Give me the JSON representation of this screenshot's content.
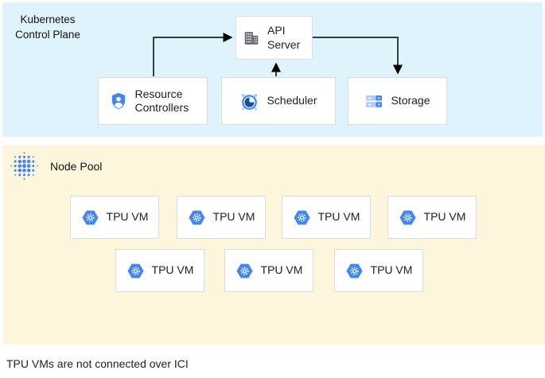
{
  "diagram": {
    "control_plane": {
      "title": "Kubernetes Control Plane",
      "nodes": {
        "api_server": {
          "label": "API Server",
          "icon": "building-icon"
        },
        "resource_controllers": {
          "label": "Resource Controllers",
          "icon": "shield-user-icon"
        },
        "scheduler": {
          "label": "Scheduler",
          "icon": "alarm-clock-icon"
        },
        "storage": {
          "label": "Storage",
          "icon": "server-stack-icon"
        }
      },
      "edges": [
        "Resource Controllers -> API Server",
        "API Server -> Storage",
        "Scheduler -> API Server"
      ]
    },
    "node_pool": {
      "title": "Node Pool",
      "icon": "dot-cluster-icon",
      "vms": [
        {
          "label": "TPU VM"
        },
        {
          "label": "TPU VM"
        },
        {
          "label": "TPU VM"
        },
        {
          "label": "TPU VM"
        },
        {
          "label": "TPU VM"
        },
        {
          "label": "TPU VM"
        },
        {
          "label": "TPU VM"
        }
      ]
    },
    "caption": "TPU VMs are not connected over ICI",
    "colors": {
      "control_plane_bg": "#dff3fc",
      "node_pool_bg": "#fdf5dc",
      "node_border": "#dadce0",
      "google_blue": "#4285f4",
      "light_blue": "#aecbfa",
      "dark_blue": "#174ea6",
      "icon_grey": "#5f6368",
      "arrow": "#000000"
    }
  }
}
